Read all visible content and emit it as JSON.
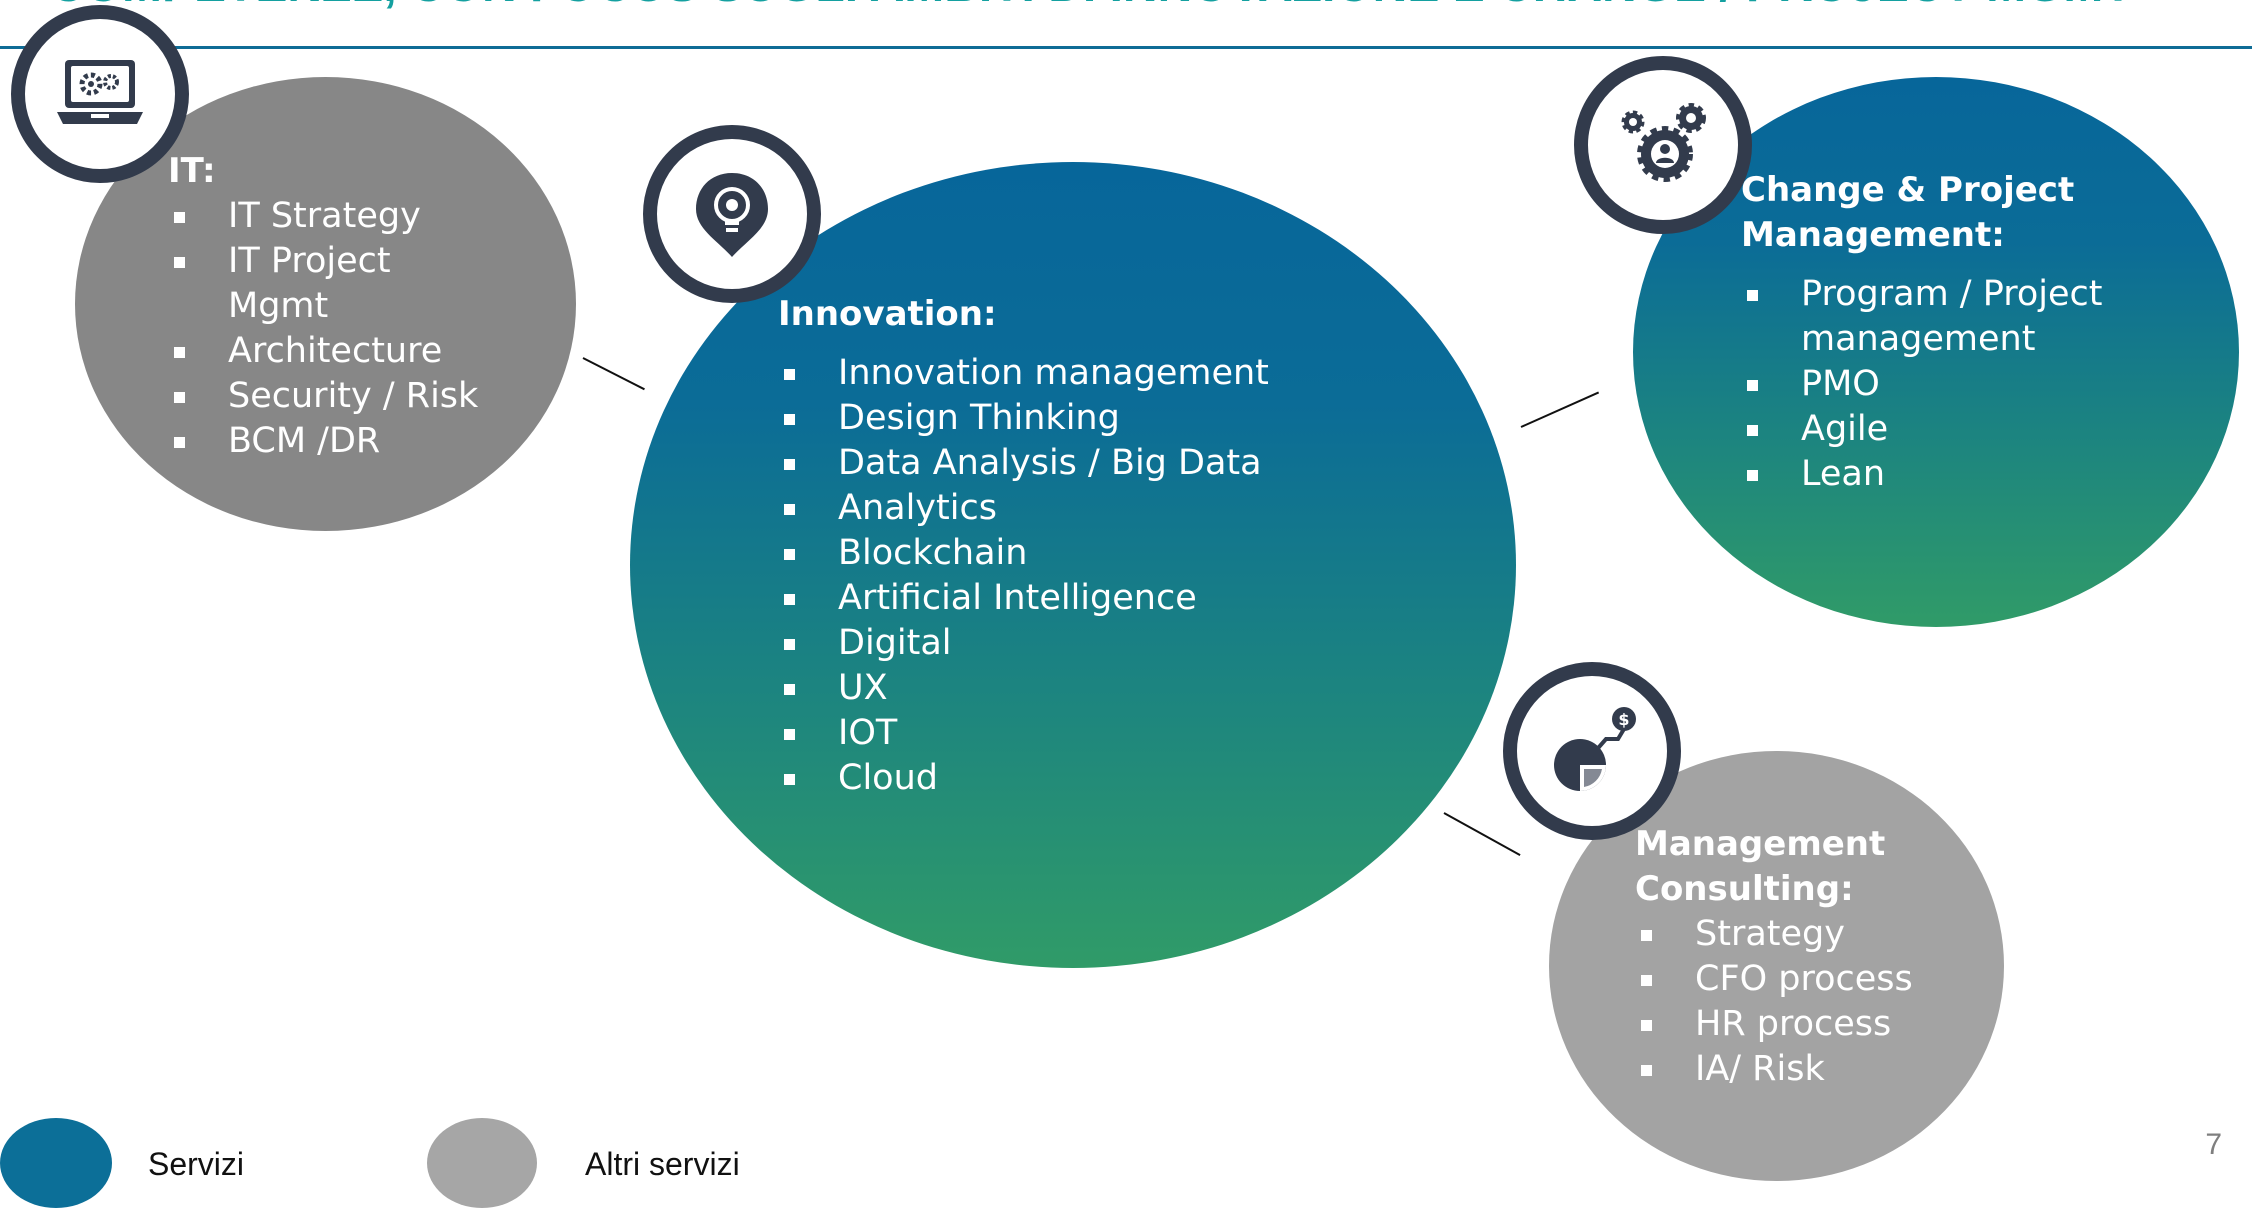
{
  "header": {
    "title": "COMPETENZE, CON FOCUS SUGLI AMBITI DI INNOVAZIONE E CHANGE / PROJECT MGMT"
  },
  "colors": {
    "accent": "#0e6c96",
    "title": "#14a0a0",
    "gradient_top": "#07669a",
    "gradient_bottom": "#309b68",
    "grey_dark": "#878787",
    "grey_light": "#a3a3a3",
    "badge_ring": "#323b4c"
  },
  "it": {
    "icon": "laptop-gears-icon",
    "heading": "IT:",
    "items": [
      "IT Strategy",
      "IT Project Mgmt",
      "Architecture",
      "Security / Risk",
      "BCM /DR"
    ]
  },
  "innovation": {
    "icon": "lightbulb-pin-icon",
    "heading": "Innovation:",
    "items": [
      "Innovation management",
      "Design Thinking",
      "Data Analysis / Big Data",
      "Analytics",
      "Blockchain",
      "Artificial Intelligence",
      "Digital",
      "UX",
      "IOT",
      "Cloud"
    ]
  },
  "change": {
    "icon": "gears-person-icon",
    "heading": "Change & Project Management:",
    "items": [
      "Program / Project management",
      "PMO",
      "Agile",
      "Lean"
    ]
  },
  "management": {
    "icon": "pie-chart-dollar-icon",
    "heading": "Management Consulting:",
    "items": [
      "Strategy",
      "CFO process",
      "HR process",
      "IA/ Risk"
    ]
  },
  "legend": {
    "item1": "Servizi",
    "item2": "Altri servizi"
  },
  "page_number": "7"
}
